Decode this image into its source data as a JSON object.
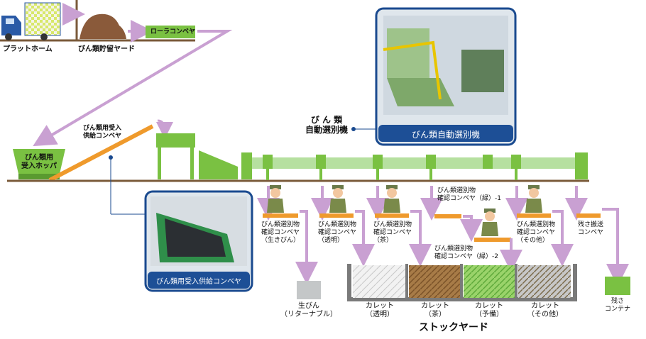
{
  "labels": {
    "platform": "プラットホーム",
    "bottle_storage_yard": "びん類貯留ヤード",
    "roller_conveyor": "ローラコンベヤ",
    "receiving_hopper": [
      "びん類用",
      "受入ホッパ"
    ],
    "feed_conveyor": [
      "びん類用受入",
      "供給コンベヤ"
    ],
    "auto_sorter": [
      "び ん 類",
      "自動選別機"
    ],
    "sort_conv_raw": [
      "びん類選別物",
      "確認コンベヤ",
      "（生きびん）"
    ],
    "sort_conv_clear": [
      "びん類選別物",
      "確認コンベヤ",
      "（透明）"
    ],
    "sort_conv_brown": [
      "びん類選別物",
      "確認コンベヤ",
      "（茶）"
    ],
    "sort_conv_green1": [
      "びん類選別物",
      "確認コンベヤ（緑）-1"
    ],
    "sort_conv_green2": [
      "びん類選別物",
      "確認コンベヤ（緑）-2"
    ],
    "sort_conv_other": [
      "びん類選別物",
      "確認コンベヤ",
      "（その他）"
    ],
    "residue_conveyor": [
      "残さ搬送",
      "コンベヤ"
    ],
    "returnable_bottle": [
      "生びん",
      "（リターナブル）"
    ],
    "cullet_clear": [
      "カレット",
      "（透明）"
    ],
    "cullet_brown": [
      "カレット",
      "（茶）"
    ],
    "cullet_reserve": [
      "カレット",
      "（予備）"
    ],
    "cullet_other": [
      "カレット",
      "（その他）"
    ],
    "stock_yard": "ストックヤード",
    "residue_container": [
      "残さ",
      "コンテナ"
    ],
    "photo_sorter_caption": "びん類自動選別機",
    "photo_feed_caption": "びん類用受入供給コンベヤ"
  },
  "colors": {
    "arrow_purple": "#c9a0d2",
    "machine_green": "#7ac142",
    "pipe_green": "#b6e0a0",
    "belt_orange": "#ef9a2c",
    "photo_border": "#1a4a8f",
    "caption_bg": "#1d4f96",
    "truck_blue": "#2a5aa6"
  }
}
